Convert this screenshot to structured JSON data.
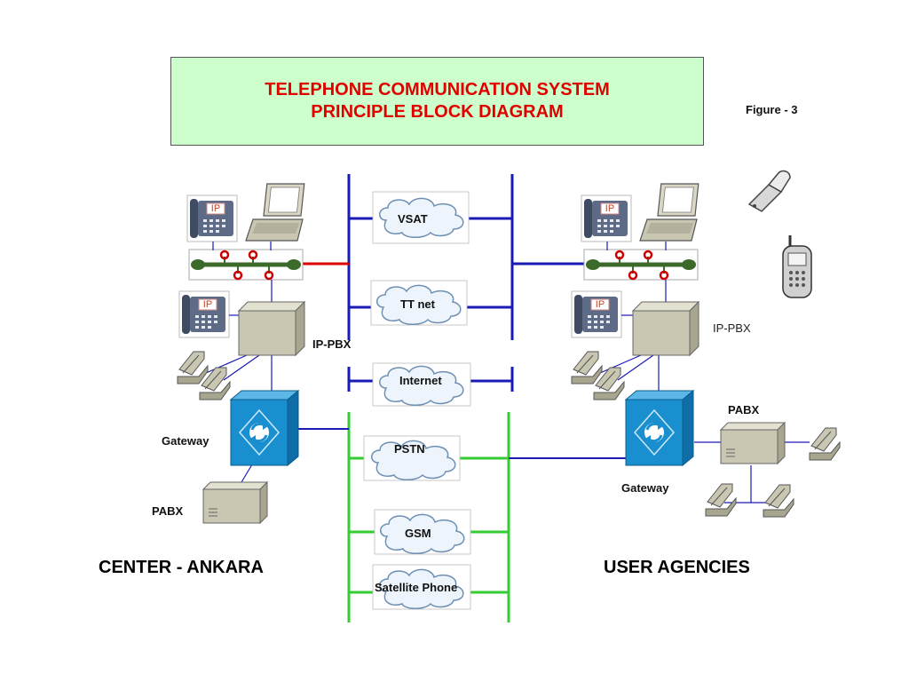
{
  "title": {
    "line1": "TELEPHONE COMMUNICATION SYSTEM",
    "line2": "PRINCIPLE  BLOCK DIAGRAM"
  },
  "figure_label": "Figure - 3",
  "networks": {
    "vsat": "VSAT",
    "tt_net": "TT net",
    "internet": "Internet",
    "pstn": "PSTN",
    "gsm": "GSM",
    "satellite": "Satellite Phone"
  },
  "center": {
    "caption": "CENTER - ANKARA",
    "ip_pbx": "IP-PBX",
    "gateway": "Gateway",
    "pabx": "PABX"
  },
  "agencies": {
    "caption": "USER AGENCIES",
    "ip_pbx": "IP-PBX",
    "gateway": "Gateway",
    "pabx": "PABX"
  },
  "ip_badge": "IP",
  "colors": {
    "title_bg": "#ccffcc",
    "title_text": "#e00000",
    "blue_link": "#1a1ab4",
    "green_link": "#33cc33",
    "red_link": "#dd0000",
    "gateway_blue": "#1a8fd0",
    "device_beige": "#cfccb3"
  }
}
